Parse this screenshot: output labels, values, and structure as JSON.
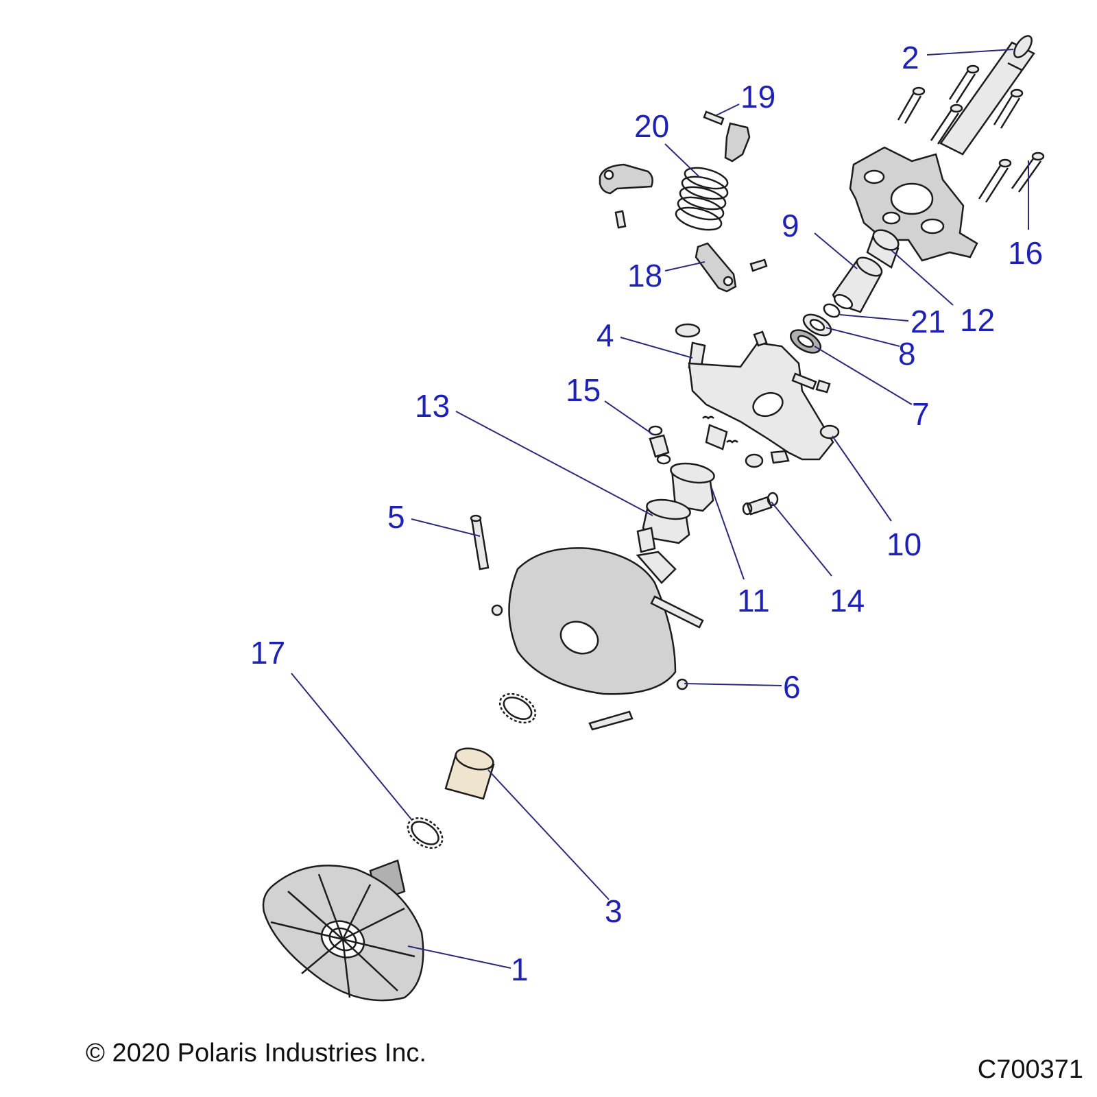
{
  "colors": {
    "callout": "#1e22b4",
    "leader": "#2a2a78",
    "part_fill": "#d2d2d2",
    "bushing_fill": "#efe5cf"
  },
  "callouts": {
    "c1": "1",
    "c2": "2",
    "c3": "3",
    "c4": "4",
    "c5": "5",
    "c6": "6",
    "c7": "7",
    "c8": "8",
    "c9": "9",
    "c10": "10",
    "c11": "11",
    "c12": "12",
    "c13": "13",
    "c14": "14",
    "c15": "15",
    "c16": "16",
    "c17": "17",
    "c18": "18",
    "c19": "19",
    "c20": "20",
    "c21": "21"
  },
  "footer": {
    "copyright": "© 2020 Polaris Industries Inc.",
    "code": "C700371"
  }
}
